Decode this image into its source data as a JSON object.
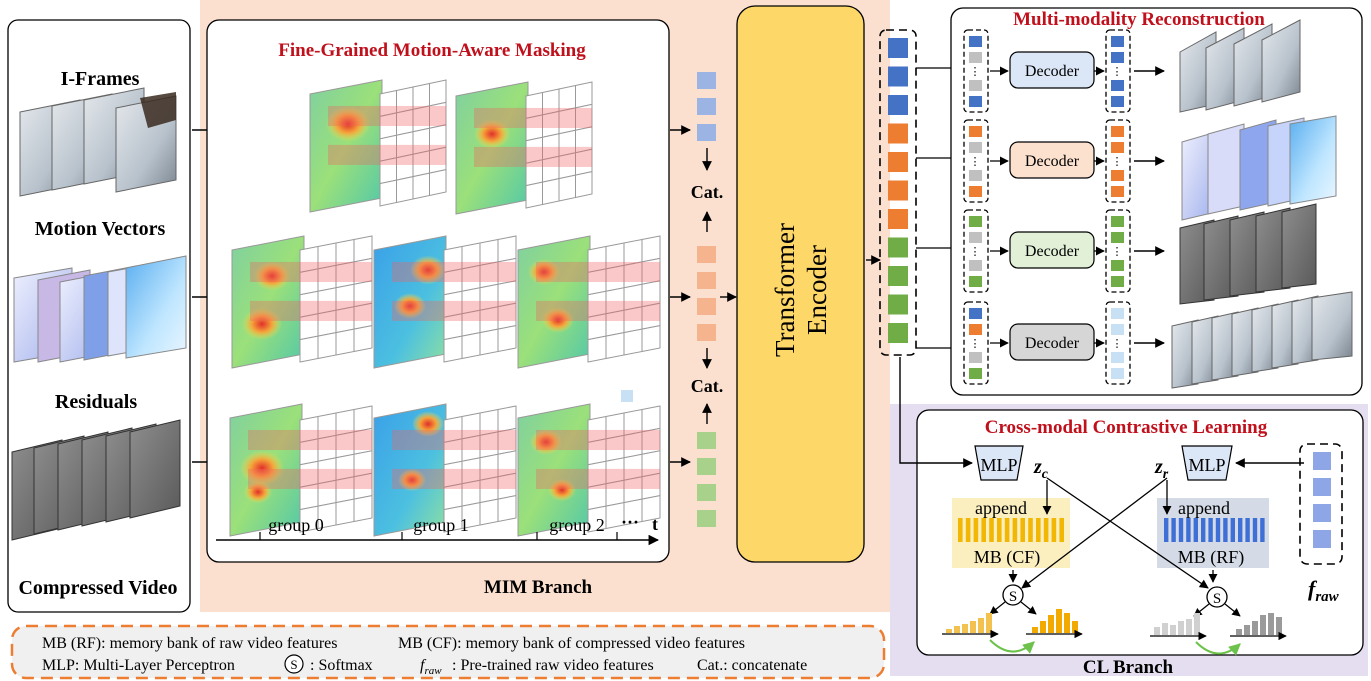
{
  "input_panel": {
    "iframes_label": "I-Frames",
    "mv_label": "Motion Vectors",
    "residuals_label": "Residuals",
    "caption": "Compressed Video"
  },
  "mim": {
    "title": "Fine-Grained Motion-Aware Masking",
    "groups": [
      "group 0",
      "group 1",
      "group 2"
    ],
    "ellipsis": "···",
    "time_label": "t",
    "branch_label": "MIM Branch",
    "cat_label": "Cat."
  },
  "encoder": {
    "line1": "Transformer",
    "line2": "Encoder"
  },
  "recon": {
    "title": "Multi-modality Reconstruction",
    "decoder_label": "Decoder"
  },
  "cl": {
    "title": "Cross-modal Contrastive Learning",
    "mlp_label": "MLP",
    "zc": "z",
    "zc_sub": "c",
    "zr": "z",
    "zr_sub": "r",
    "append_label": "append",
    "mb_cf": "MB (CF)",
    "mb_rf": "MB (RF)",
    "softmax_symbol": "S",
    "f_raw": "f",
    "f_raw_sub": "raw",
    "branch_label": "CL Branch"
  },
  "legend": {
    "mb_rf": "MB (RF): memory bank of raw video features",
    "mb_cf": "MB (CF): memory bank of compressed video features",
    "mlp": "MLP: Multi-Layer Perceptron",
    "softmax": ": Softmax",
    "softmax_symbol": "S",
    "fraw_sym": "f",
    "fraw_sub": "raw",
    "fraw_text": ": Pre-trained raw video features",
    "cat": "Cat.: concatenate"
  },
  "colors": {
    "accent_red": "#c0101c",
    "iframe_token": "#4472c4",
    "mv_token": "#ed7d31",
    "res_token": "#70ad47",
    "encoder_fill": "#fdd869",
    "mim_bg": "#fbe0cf",
    "cl_bg": "#e5def0",
    "decoder_blue": "#dbe6f6",
    "decoder_orange": "#fce1cf",
    "decoder_green": "#e1f0d6",
    "decoder_gray": "#d6d6d6",
    "cf_bar": "#f2b705",
    "rf_bar": "#3e6fd6"
  }
}
